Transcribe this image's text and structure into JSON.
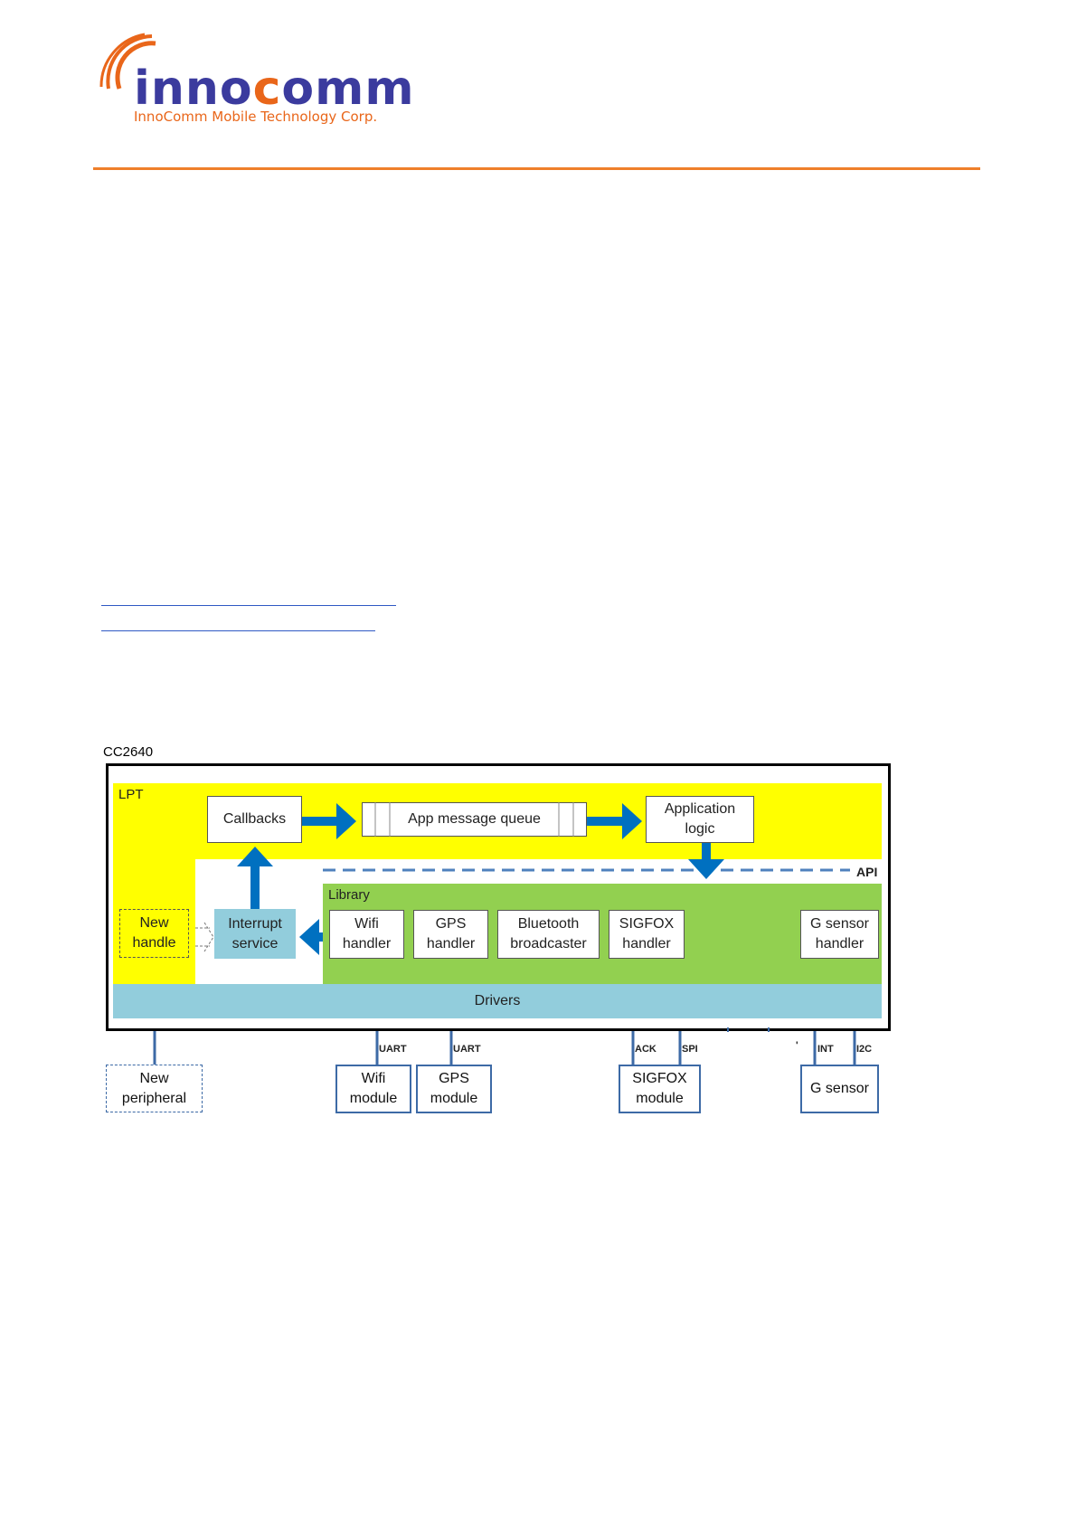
{
  "header": {
    "logo_word_start": "inno",
    "logo_word_dot": "c",
    "logo_word_end": "omm",
    "logo_subtitle": "InnoComm Mobile Technology Corp.",
    "accent_color": "#ef7f2a",
    "brand_color": "#3b3b9e"
  },
  "diagram": {
    "title": "CC2640",
    "regions": {
      "lpt": "LPT",
      "library": "Library",
      "drivers": "Drivers",
      "api": "API"
    },
    "boxes": {
      "callbacks": "Callbacks",
      "app_queue": "App message queue",
      "app_logic": "Application\nlogic",
      "interrupt": "Interrupt\nservice",
      "new_handle": "New\nhandle",
      "wifi_handler": "Wifi\nhandler",
      "gps_handler": "GPS\nhandler",
      "bt_broadcaster": "Bluetooth\nbroadcaster",
      "sigfox_handler": "SIGFOX\nhandler",
      "gsensor_handler": "G sensor\nhandler"
    },
    "peripherals": {
      "new_peripheral": "New\nperipheral",
      "wifi_module": "Wifi\nmodule",
      "gps_module": "GPS\nmodule",
      "sigfox_module": "SIGFOX\nmodule",
      "g_sensor": "G sensor"
    },
    "connections": {
      "wifi_uart": "UART",
      "gps_uart": "UART",
      "sigfox_ack": "ACK",
      "sigfox_spi": "SPI",
      "gsensor_tick": "'",
      "gsensor_int": "INT",
      "gsensor_i2c": "I2C"
    },
    "colors": {
      "lpt": "#ffff00",
      "library": "#92d050",
      "drivers": "#92cddc",
      "interrupt": "#92cddc",
      "arrow": "#0070c0"
    }
  }
}
